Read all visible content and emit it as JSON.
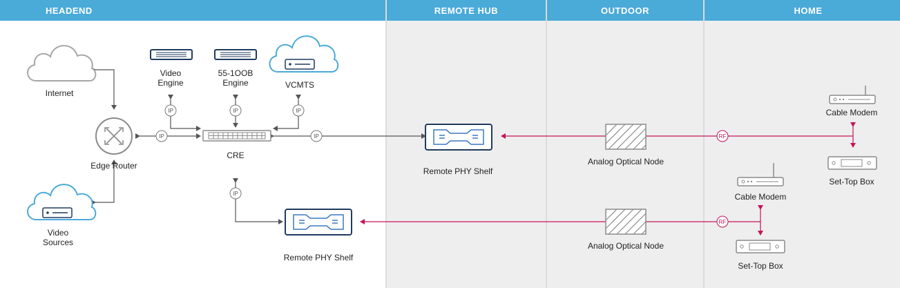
{
  "sections": [
    {
      "id": "headend",
      "label": "HEADEND"
    },
    {
      "id": "remote-hub",
      "label": "REMOTE HUB"
    },
    {
      "id": "outdoor",
      "label": "OUTDOOR"
    },
    {
      "id": "home",
      "label": "HOME"
    }
  ],
  "nodes": {
    "internet": "Internet",
    "video_engine": [
      "Video",
      "Engine"
    ],
    "oob_engine": [
      "55-1OOB",
      "Engine"
    ],
    "vcmts": "VCMTS",
    "edge_router": "Edge Router",
    "cre": "CRE",
    "video_sources": [
      "Video",
      "Sources"
    ],
    "remote_phy_shelf_top": "Remote PHY Shelf",
    "remote_phy_shelf_bottom": "Remote PHY Shelf",
    "analog_node_top": "Analog Optical Node",
    "analog_node_bottom": "Analog Optical Node",
    "cable_modem_top": "Cable Modem",
    "set_top_box_top": "Set-Top Box",
    "cable_modem_bottom": "Cable Modem",
    "set_top_box_bottom": "Set-Top Box"
  },
  "badges": {
    "ip": "IP",
    "rf": "RF"
  },
  "colors": {
    "header": "#4aaad8",
    "section_bg": "#eeeeee",
    "link": "#555555",
    "rf_link": "#c4145a",
    "device_blue": "#3a78c2",
    "device_dark": "#1f3a5f",
    "cloud_gray": "#a6a6a6",
    "cloud_blue": "#4aaad8"
  }
}
